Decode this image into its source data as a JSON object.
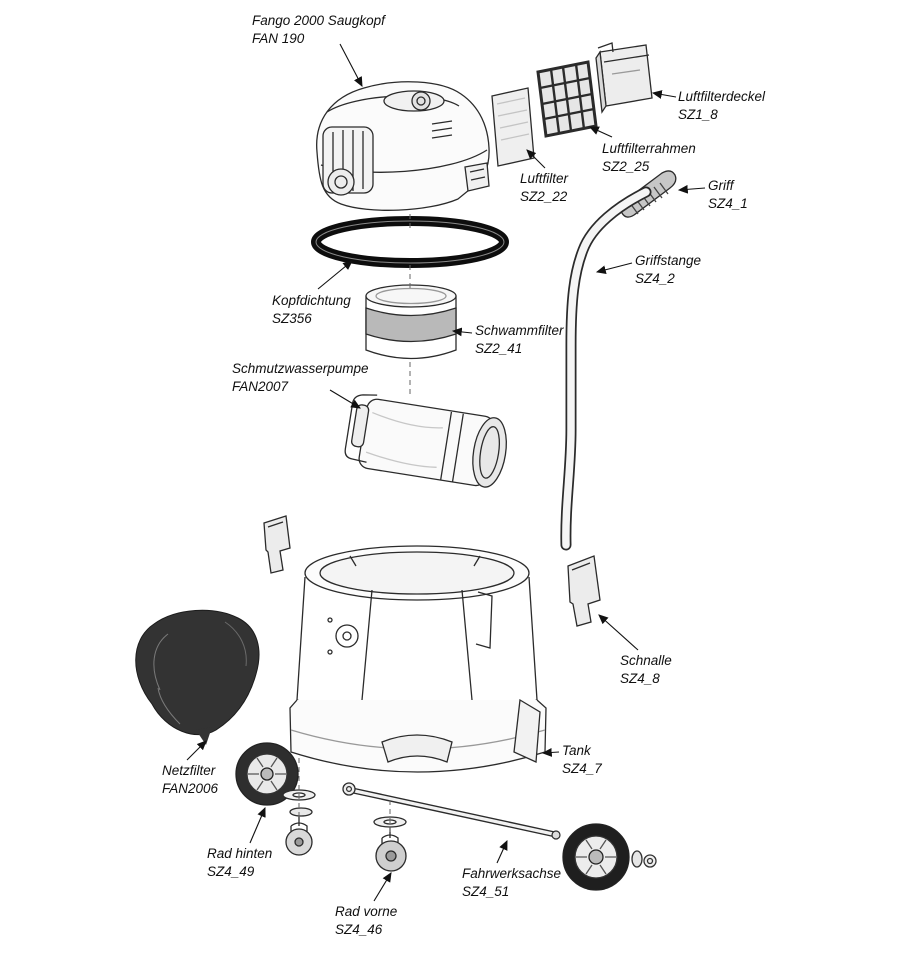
{
  "figure": {
    "kind": "exploded-parts-diagram",
    "product": "Fango 2000"
  },
  "colors": {
    "ink": "#1a1a1a",
    "bag_fill": "#333333",
    "tire_fill": "#2e2e2e"
  },
  "parts": [
    {
      "name": "Fango 2000 Saugkopf",
      "code": "FAN 190"
    },
    {
      "name": "Luftfilterdeckel",
      "code": "SZ1_8"
    },
    {
      "name": "Luftfilterrahmen",
      "code": "SZ2_25"
    },
    {
      "name": "Luftfilter",
      "code": "SZ2_22"
    },
    {
      "name": "Griff",
      "code": "SZ4_1"
    },
    {
      "name": "Griffstange",
      "code": "SZ4_2"
    },
    {
      "name": "Kopfdichtung",
      "code": "SZ356"
    },
    {
      "name": "Schwammfilter",
      "code": "SZ2_41"
    },
    {
      "name": "Schmutzwasserpumpe",
      "code": "FAN2007"
    },
    {
      "name": "Schnalle",
      "code": "SZ4_8"
    },
    {
      "name": "Tank",
      "code": "SZ4_7"
    },
    {
      "name": "Netzfilter",
      "code": "FAN2006"
    },
    {
      "name": "Rad hinten",
      "code": "SZ4_49"
    },
    {
      "name": "Rad vorne",
      "code": "SZ4_46"
    },
    {
      "name": "Fahrwerksachse",
      "code": "SZ4_51"
    }
  ]
}
